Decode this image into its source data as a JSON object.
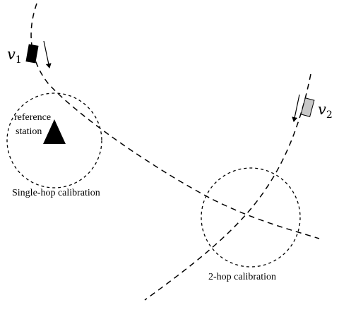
{
  "labels": {
    "v1": "v",
    "v1_sub": "1",
    "v2": "v",
    "v2_sub": "2",
    "reference_line1": "reference",
    "reference_line2": "station",
    "single_hop": "Single-hop calibration",
    "two_hop": "2-hop calibration"
  },
  "colors": {
    "stroke": "#000000",
    "vehicle1_fill": "#000000",
    "vehicle2_fill": "#c8c8c8",
    "station_fill": "#000000"
  }
}
